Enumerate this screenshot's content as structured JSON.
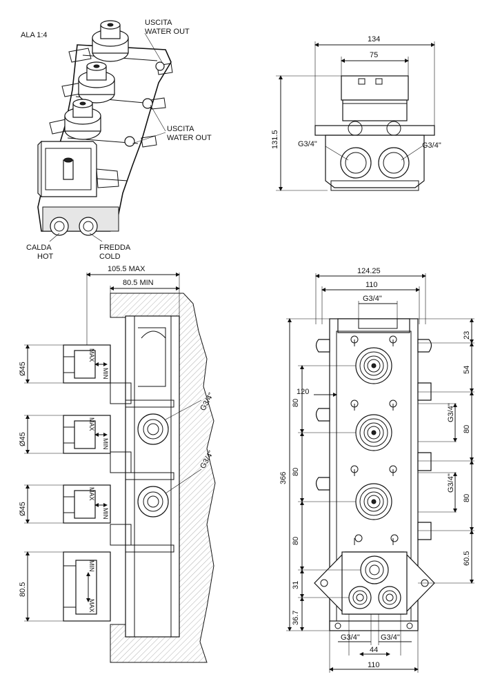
{
  "scale_label": "ALA  1:4",
  "iso_view": {
    "outlet_top": [
      "USCITA",
      "WATER  OUT"
    ],
    "outlet_mid": [
      "USCITA",
      "WATER  OUT"
    ],
    "hot": [
      "CALDA",
      "HOT"
    ],
    "cold": [
      "FREDDA",
      "COLD"
    ]
  },
  "top_view": {
    "width_total": "134",
    "width_inner": "75",
    "height": "131.5",
    "thread_left": "G3/4\"",
    "thread_right": "G3/4\""
  },
  "side_view": {
    "depth_max": "105.5  MAX",
    "depth_min": "80.5  MIN",
    "dia1": "Ø45",
    "dia2": "Ø45",
    "dia3": "Ø45",
    "bottom_height": "80.5",
    "thread1": "G3/4\"",
    "thread2": "G3/4\"",
    "max_label": "MAX",
    "min_label": "MIN"
  },
  "front_view": {
    "width_total": "124.25",
    "width_inner": "110",
    "thread_top": "G3/4\"",
    "total_height": "366",
    "dim_120": "120",
    "left_80a": "80",
    "left_80b": "80",
    "left_80c": "80",
    "left_31": "31",
    "left_36_7": "36.7",
    "right_23": "23",
    "right_54": "54",
    "right_80a": "80",
    "right_80b": "80",
    "right_60_5": "60.5",
    "thread_r1": "G3/4\"",
    "thread_r2": "G3/4\"",
    "bottom_thread_l": "G3/4\"",
    "bottom_thread_r": "G3/4\"",
    "bottom_44": "44",
    "bottom_110": "110"
  }
}
